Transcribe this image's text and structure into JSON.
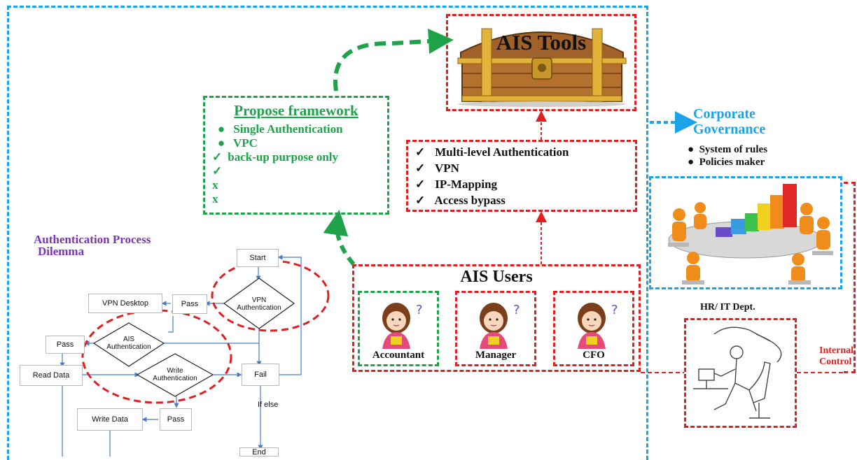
{
  "tools": {
    "title": "AIS Tools"
  },
  "framework": {
    "title": "Propose framework",
    "items": [
      {
        "marker": "●",
        "text": "Single Authentication"
      },
      {
        "marker": "●",
        "text": "VPC"
      },
      {
        "marker": "✓",
        "text": "back-up purpose only"
      },
      {
        "marker": "✓",
        "text": ""
      },
      {
        "marker": "x",
        "text": ""
      },
      {
        "marker": "x",
        "text": ""
      }
    ]
  },
  "auth_methods": {
    "items": [
      {
        "marker": "✓",
        "text": "Multi-level Authentication"
      },
      {
        "marker": "✓",
        "text": "VPN"
      },
      {
        "marker": "✓",
        "text": "IP-Mapping"
      },
      {
        "marker": "✓",
        "text": "Access bypass"
      }
    ]
  },
  "governance": {
    "title_line1": "Corporate",
    "title_line2": "Governance",
    "items": [
      "System of rules",
      "Policies maker"
    ]
  },
  "users": {
    "title": "AIS Users",
    "roles": [
      "Accountant",
      "Manager",
      "CFO"
    ]
  },
  "hr": {
    "title": "HR/ IT Dept.",
    "control_line1": "Internal",
    "control_line2": "Control"
  },
  "dilemma": {
    "line1": "Authentication Process",
    "line2": "Dilemma"
  },
  "flowchart": {
    "start": "Start",
    "vpn_auth_line1": "VPN",
    "vpn_auth_line2": "Authentication",
    "pass_top": "Pass",
    "vpn_desktop": "VPN Desktop",
    "ais_auth_line1": "AIS",
    "ais_auth_line2": "Authentication",
    "pass_left": "Pass",
    "read_data": "Read Data",
    "write_auth_line1": "Write",
    "write_auth_line2": "Authentication",
    "fail": "Fail",
    "if_else": "If else",
    "pass_bottom": "Pass",
    "write_data": "Write Data",
    "end": "End"
  },
  "colors": {
    "blue": "#1aa3e8",
    "red": "#e02020",
    "green": "#1fa34a",
    "purple": "#7a35b5"
  }
}
